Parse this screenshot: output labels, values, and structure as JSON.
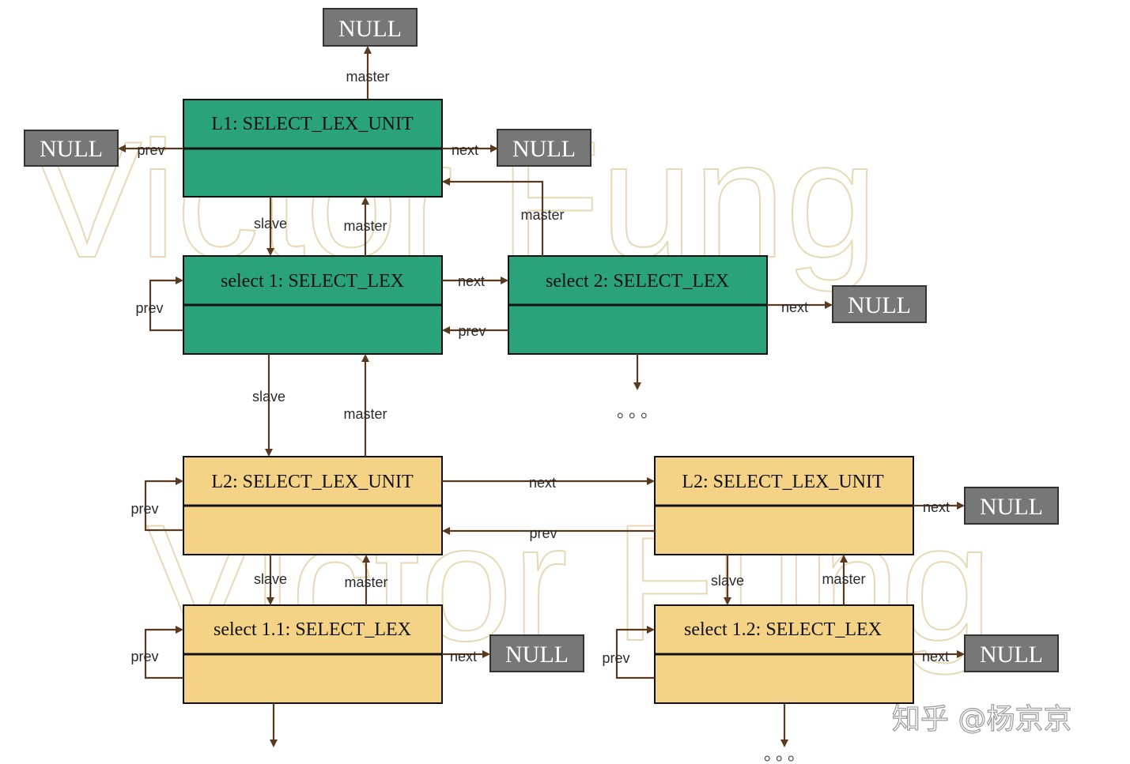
{
  "nodes": {
    "l1_unit": {
      "title": "L1: SELECT_LEX_UNIT",
      "fill": "#2aa37a"
    },
    "select1": {
      "title": "select 1: SELECT_LEX",
      "fill": "#2aa37a"
    },
    "select2": {
      "title": "select 2: SELECT_LEX",
      "fill": "#2aa37a"
    },
    "l2_unit_a": {
      "title": "L2: SELECT_LEX_UNIT",
      "fill": "#f5d386"
    },
    "l2_unit_b": {
      "title": "L2: SELECT_LEX_UNIT",
      "fill": "#f5d386"
    },
    "select11": {
      "title": "select 1.1: SELECT_LEX",
      "fill": "#f5d386"
    },
    "select12": {
      "title": "select 1.2: SELECT_LEX",
      "fill": "#f5d386"
    }
  },
  "null_label": "NULL",
  "edge_labels": {
    "master": "master",
    "slave": "slave",
    "next": "next",
    "prev": "prev"
  },
  "ellipsis": "。。。",
  "watermark": "Victor Fung",
  "credit": "知乎 @杨京京",
  "colors": {
    "null_fill": "#777777",
    "edge": "#5a3a1e",
    "watermark": "#e8d9b4"
  }
}
